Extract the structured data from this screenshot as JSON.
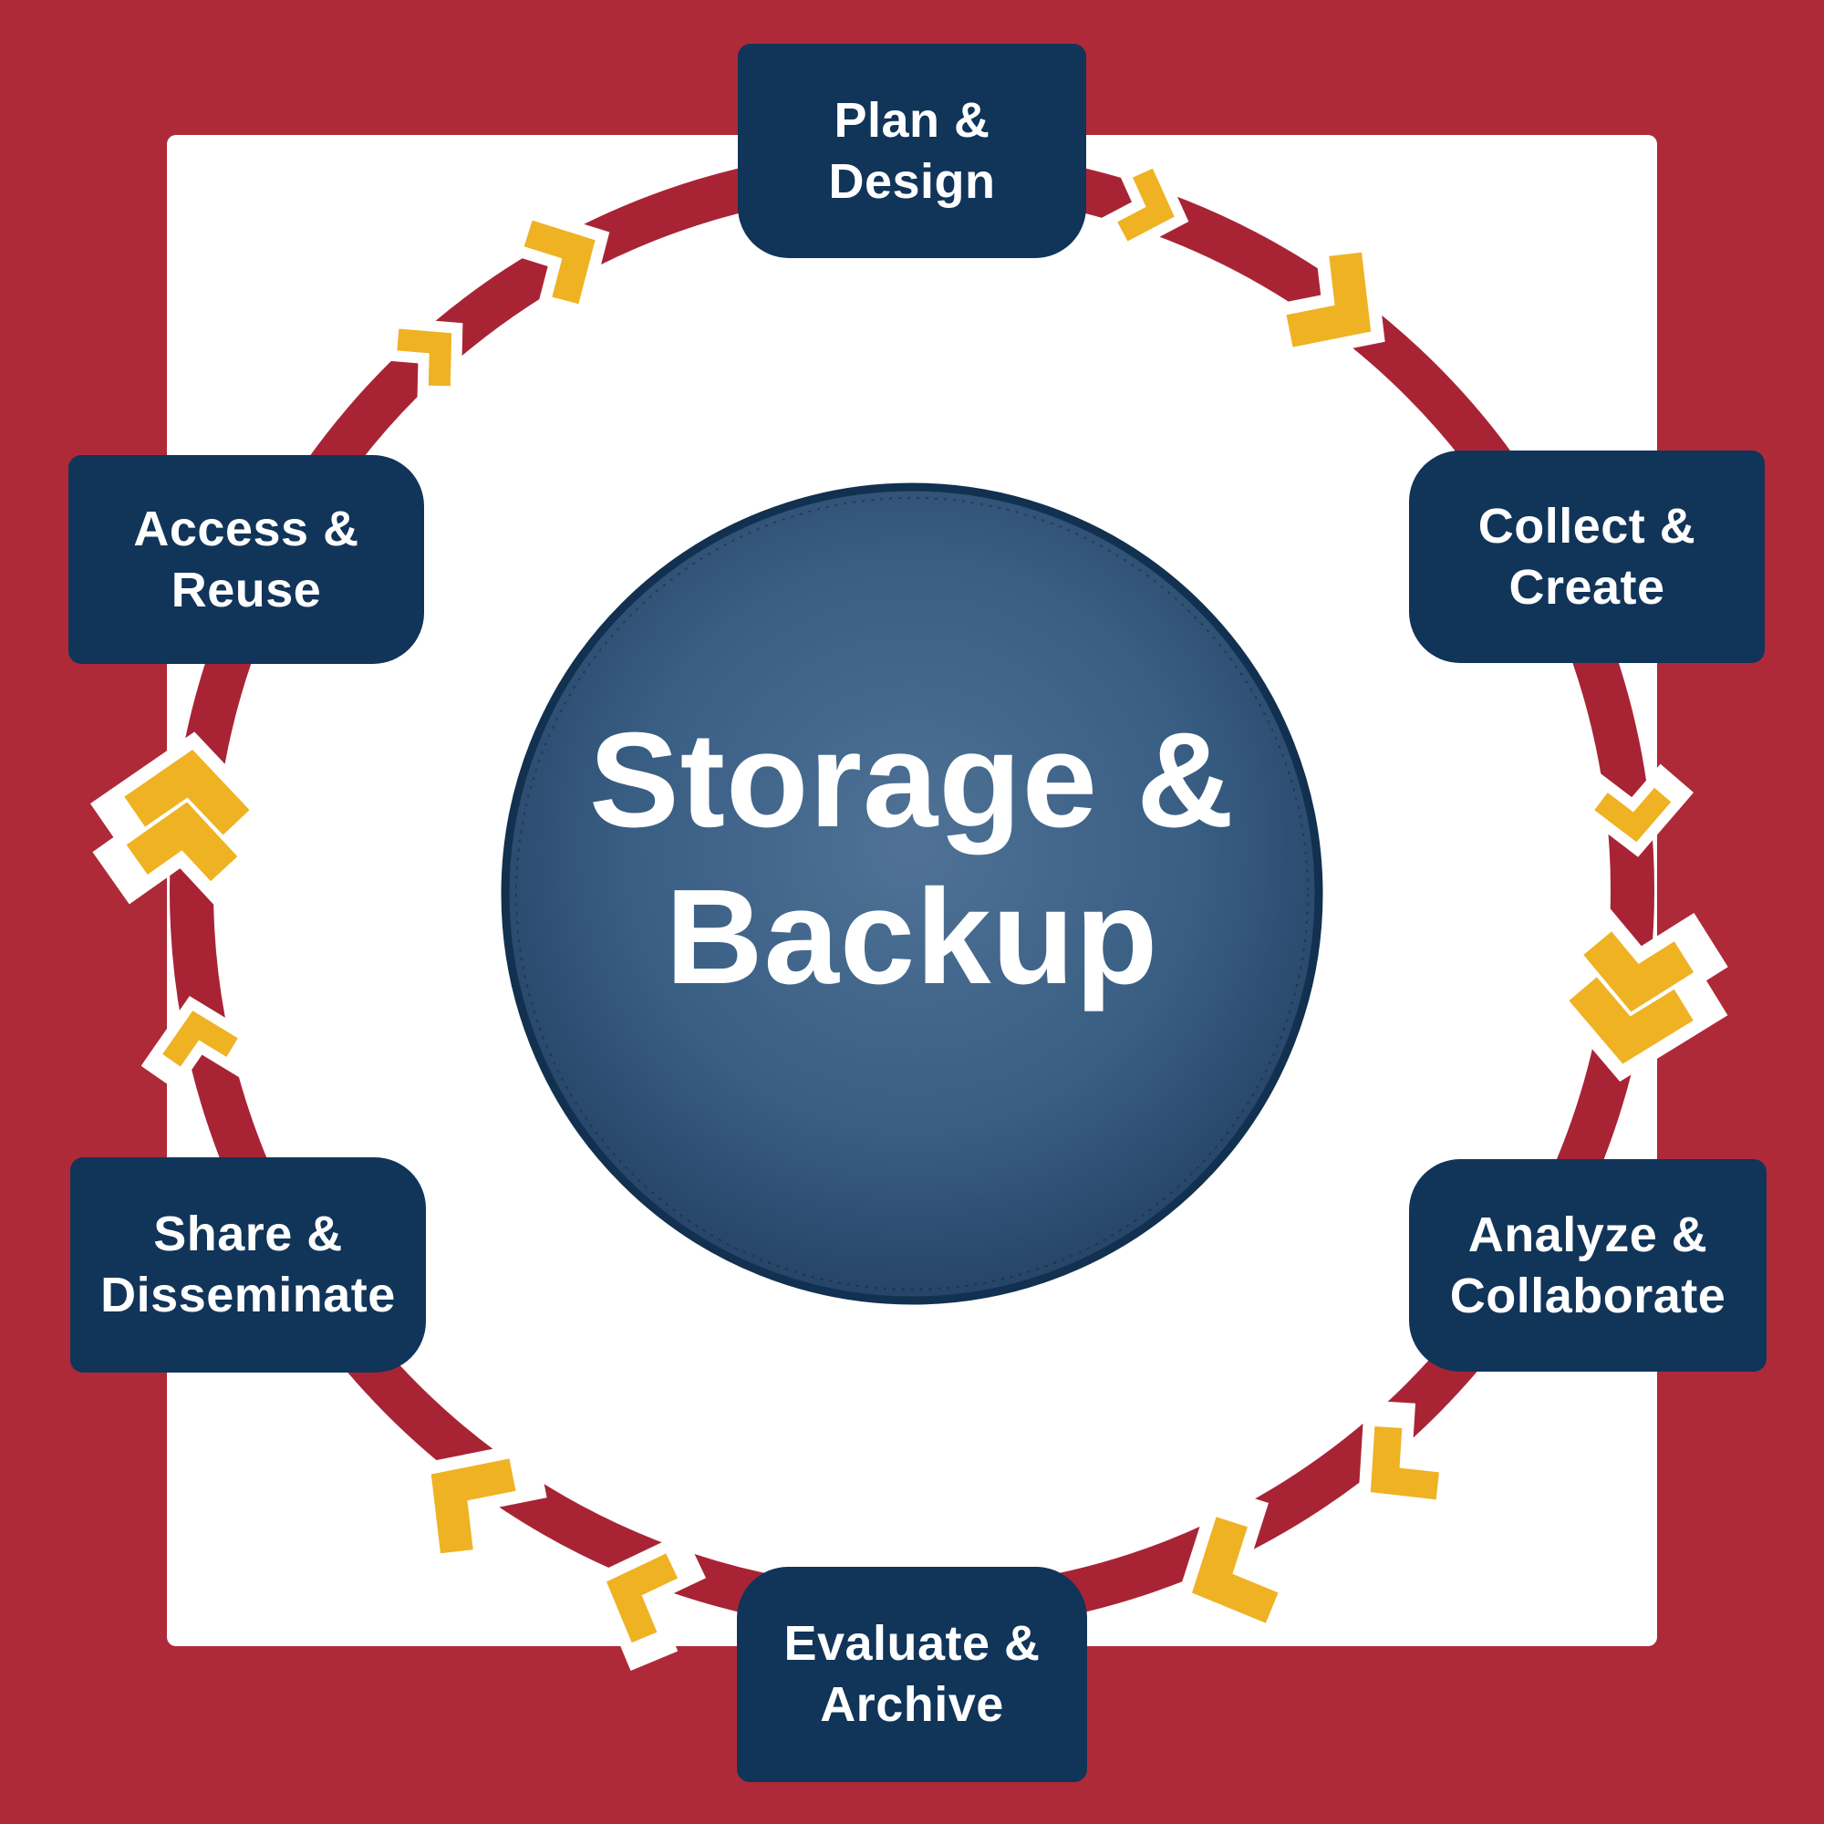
{
  "diagram": {
    "type": "cycle",
    "center": {
      "line1": "Storage &",
      "line2": "Backup"
    },
    "stages": [
      {
        "name": "plan-design",
        "line1": "Plan &",
        "line2": "Design"
      },
      {
        "name": "collect-create",
        "line1": "Collect &",
        "line2": "Create"
      },
      {
        "name": "analyze-collaborate",
        "line1": "Analyze &",
        "line2": "Collaborate"
      },
      {
        "name": "evaluate-archive",
        "line1": "Evaluate &",
        "line2": "Archive"
      },
      {
        "name": "share-disseminate",
        "line1": "Share &",
        "line2": "Disseminate"
      },
      {
        "name": "access-reuse",
        "line1": "Access &",
        "line2": "Reuse"
      }
    ],
    "colors": {
      "background_red": "#ae2a38",
      "ring_red": "#a82435",
      "arrow_yellow": "#efb223",
      "node_navy": "#113459",
      "text_white": "#ffffff",
      "panel_white": "#ffffff",
      "circle_border": "#12304f",
      "circle_gradient_center": "#4f7296",
      "circle_gradient_edge": "#1e3a5c"
    }
  }
}
